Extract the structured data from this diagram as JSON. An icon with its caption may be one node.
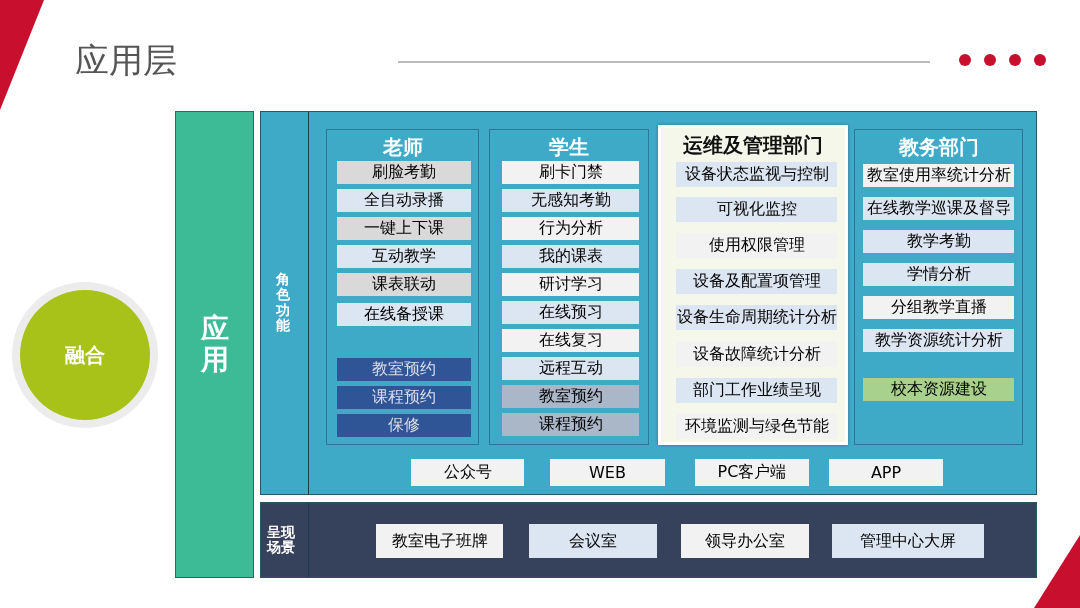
{
  "diagram": {
    "title": "应用层",
    "nodes": [
      {
        "text": [
          "融合"
        ]
      },
      {
        "text": [
          "应用"
        ]
      },
      {
        "text": [
          "角色功能"
        ]
      },
      {
        "text": [
          "老师"
        ],
        "in": 2
      },
      {
        "text": [
          "刷脸考勤"
        ],
        "in": 3
      },
      {
        "text": [
          "全自动录播"
        ],
        "in": 3
      },
      {
        "text": [
          "一键上下课"
        ],
        "in": 3
      },
      {
        "text": [
          "互动教学"
        ],
        "in": 3
      },
      {
        "text": [
          "课表联动"
        ],
        "in": 3
      },
      {
        "text": [
          "在线备授课"
        ],
        "in": 3
      },
      {
        "text": [
          "教室预约"
        ],
        "in": 3
      },
      {
        "text": [
          "课程预约"
        ],
        "in": 3
      },
      {
        "text": [
          "保修"
        ],
        "in": 3
      },
      {
        "text": [
          "学生"
        ],
        "in": 2
      },
      {
        "text": [
          "刷卡门禁"
        ],
        "in": 13
      },
      {
        "text": [
          "无感知考勤"
        ],
        "in": 13
      },
      {
        "text": [
          "行为分析"
        ],
        "in": 13
      },
      {
        "text": [
          "我的课表"
        ],
        "in": 13
      },
      {
        "text": [
          "研讨学习"
        ],
        "in": 13
      },
      {
        "text": [
          "在线预习"
        ],
        "in": 13
      },
      {
        "text": [
          "在线复习"
        ],
        "in": 13
      },
      {
        "text": [
          "远程互动"
        ],
        "in": 13
      },
      {
        "text": [
          "教室预约"
        ],
        "in": 13
      },
      {
        "text": [
          "课程预约"
        ],
        "in": 13
      },
      {
        "text": [
          "运维及管理部门"
        ],
        "in": 2
      },
      {
        "text": [
          "设备状态监视与控制"
        ],
        "in": 24
      },
      {
        "text": [
          "可视化监控"
        ],
        "in": 24
      },
      {
        "text": [
          "使用权限管理"
        ],
        "in": 24
      },
      {
        "text": [
          "设备及配置项管理"
        ],
        "in": 24
      },
      {
        "text": [
          "设备生命周期统计分析"
        ],
        "in": 24
      },
      {
        "text": [
          "设备故障统计分析"
        ],
        "in": 24
      },
      {
        "text": [
          "部门工作业绩呈现"
        ],
        "in": 24
      },
      {
        "text": [
          "环境监测与绿色节能"
        ],
        "in": 24
      },
      {
        "text": [
          "教务部门"
        ],
        "in": 2
      },
      {
        "text": [
          "教室使用率统计分析"
        ],
        "in": 33
      },
      {
        "text": [
          "在线教学巡课及督导"
        ],
        "in": 33
      },
      {
        "text": [
          "教学考勤"
        ],
        "in": 33
      },
      {
        "text": [
          "学情分析"
        ],
        "in": 33
      },
      {
        "text": [
          "分组教学直播"
        ],
        "in": 33
      },
      {
        "text": [
          "教学资源统计分析"
        ],
        "in": 33
      },
      {
        "text": [
          "校本资源建设"
        ],
        "in": 33
      },
      {
        "text": [
          "公众号"
        ],
        "in": 2
      },
      {
        "text": [
          "WEB"
        ],
        "in": 2
      },
      {
        "text": [
          "PC客户端"
        ],
        "in": 2
      },
      {
        "text": [
          "APP"
        ],
        "in": 2
      },
      {
        "text": [
          "呈现场景"
        ]
      },
      {
        "text": [
          "教室电子班牌"
        ],
        "in": 45
      },
      {
        "text": [
          "会议室"
        ],
        "in": 45
      },
      {
        "text": [
          "领导办公室"
        ],
        "in": 45
      },
      {
        "text": [
          "管理中心大屏"
        ],
        "in": 45
      }
    ]
  }
}
